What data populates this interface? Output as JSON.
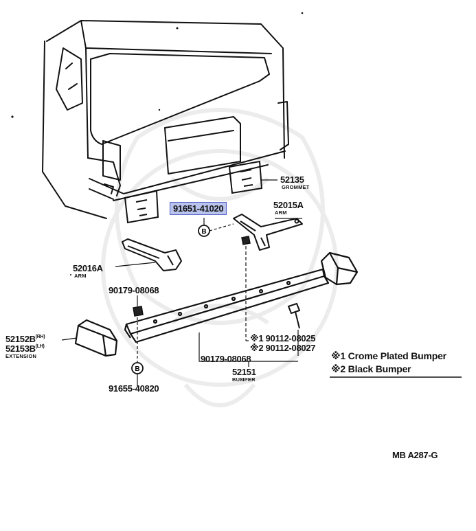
{
  "labels": {
    "p52135": "52135",
    "grommet": "GROMMET",
    "p91651": "91651-41020",
    "p52015a": "52015A",
    "arm_a": "ARM",
    "p52016a": "52016A",
    "arm_b": "ARM",
    "p90179_top": "90179-08068",
    "p52152b": "52152B",
    "rh": "(RH)",
    "p52153b": "52153B",
    "lh": "(LH)",
    "extension": "EXTENSION",
    "p91655": "91655-40820",
    "p90112_1": "※1 90112-08025",
    "p90112_2": "※2 90112-08027",
    "p90179_bottom": "90179-08068",
    "p52151": "52151",
    "bumper": "BUMPER",
    "note1": "※1 Crome Plated Bumper",
    "note2": "※2 Black Bumper",
    "diagram_code": "MB A287-G",
    "marker_b": "B"
  },
  "colors": {
    "line": "#111111",
    "highlight_fill": "#b9c3ec",
    "highlight_border": "#5261c9",
    "watermark": "#ececec"
  },
  "icons": [
    "car-rear-outline",
    "grommet-plate",
    "arm-bracket",
    "bumper-reinforcement",
    "bumper-extension",
    "bolt",
    "nut",
    "washer-marker-b"
  ]
}
